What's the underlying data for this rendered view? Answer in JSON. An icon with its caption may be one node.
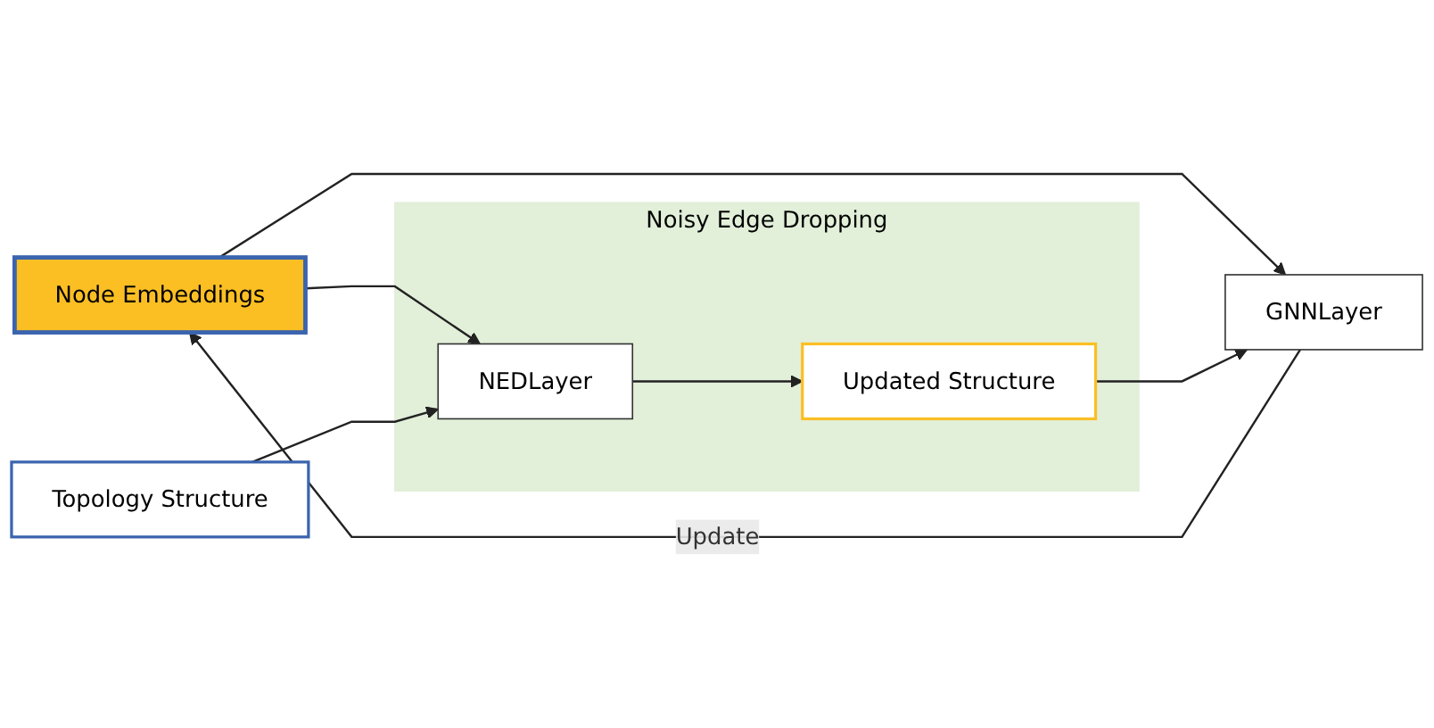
{
  "diagram": {
    "nodes": [
      {
        "text": [
          "Node Embeddings"
        ]
      },
      {
        "text": [
          "Topology Structure"
        ]
      },
      {
        "text": [
          "Noisy Edge Dropping"
        ]
      },
      {
        "text": [
          "NEDLayer"
        ],
        "in": 2
      },
      {
        "text": [
          "Updated Structure"
        ],
        "in": 2
      },
      {
        "text": [
          "GNNLayer"
        ]
      }
    ],
    "edges": [
      {
        "from": 0,
        "to": 3,
        "arrow": "to"
      },
      {
        "from": 1,
        "to": 3,
        "arrow": "to"
      },
      {
        "from": 3,
        "to": 4,
        "arrow": "to"
      },
      {
        "from": 0,
        "to": 5,
        "arrow": "to"
      },
      {
        "from": 4,
        "to": 5,
        "arrow": "to"
      },
      {
        "from": 5,
        "to": 0,
        "label": "Update",
        "arrow": "to"
      }
    ]
  }
}
